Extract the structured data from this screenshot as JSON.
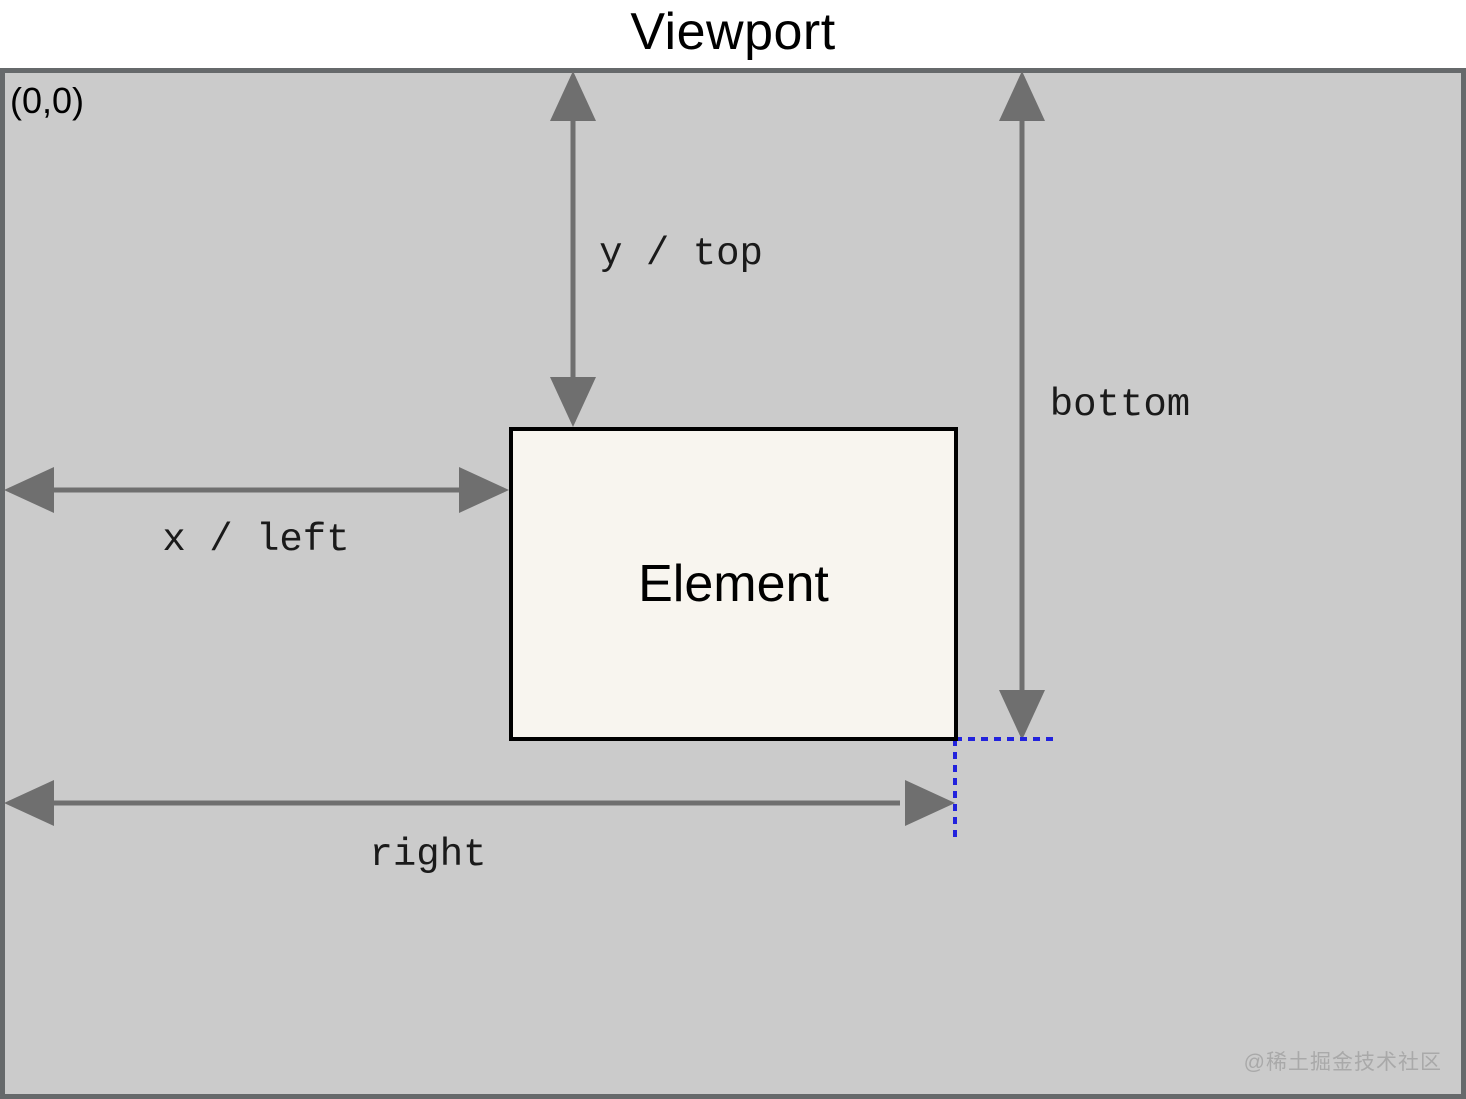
{
  "title": "Viewport",
  "viewport": {
    "origin_label": "(0,0)"
  },
  "element": {
    "label": "Element"
  },
  "arrows": {
    "top": {
      "label": "y / top"
    },
    "bottom": {
      "label": "bottom"
    },
    "left": {
      "label": "x / left"
    },
    "right": {
      "label": "right"
    }
  },
  "watermark": "@稀土掘金技术社区",
  "colors": {
    "page_bg": "#ffffff",
    "viewport_fill": "#cbcbcb",
    "viewport_border": "#66696b",
    "element_fill": "#f8f5ef",
    "element_border": "#000000",
    "arrow": "#6f6f6f",
    "label_text": "#1a1a1a",
    "guide": "#2222dd",
    "watermark": "#a9a9a9",
    "title_text": "#000000"
  }
}
